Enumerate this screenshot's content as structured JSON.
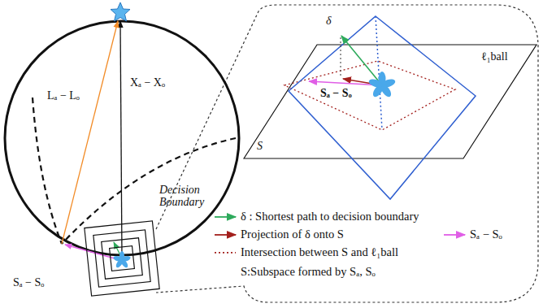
{
  "diagram": {
    "labels": [
      "Lₐ − Lₒ",
      "Xₐ − Xₒ",
      "Decision Boundary",
      "Sₐ − Sₒ",
      "δ",
      "ℓ₁ball",
      "S",
      "Sₐ − Sₒ"
    ],
    "legend": [
      {
        "text": "δ : Shortest path to decision boundary"
      },
      {
        "text": "Projection of δ onto S"
      },
      {
        "text": "Sₐ − Sₒ"
      },
      {
        "text": "Intersection between S and ℓ₁ball"
      },
      {
        "text": "S:Subspace formed by Sₐ, Sₒ"
      }
    ]
  }
}
